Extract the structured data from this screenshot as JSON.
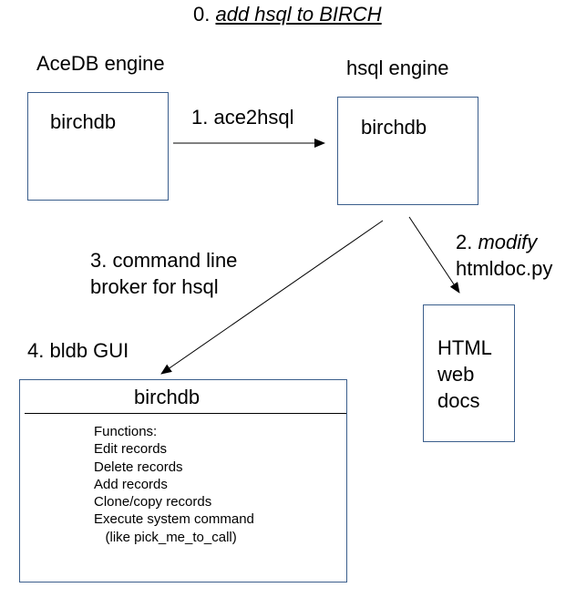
{
  "step0": {
    "number": "0.",
    "text": "add hsql to BIRCH"
  },
  "acedb": {
    "title": "AceDB engine",
    "box_label": "birchdb"
  },
  "hsql": {
    "title": "hsql engine",
    "box_label": "birchdb"
  },
  "step1": {
    "label": "1. ace2hsql"
  },
  "step2": {
    "number": "2.",
    "word": "modify",
    "line2": "htmldoc.py"
  },
  "step3": {
    "line1": "3. command line",
    "line2": "broker for hsql"
  },
  "step4": {
    "label": "4. bldb GUI"
  },
  "html_docs": {
    "line1": "HTML",
    "line2": "web",
    "line3": "docs"
  },
  "gui": {
    "title": "birchdb",
    "functions": [
      "Functions:",
      "Edit records",
      "Delete records",
      "Add records",
      "Clone/copy records",
      "Execute system command",
      "   (like pick_me_to_call)"
    ]
  },
  "colors": {
    "box_border": "#3b5e8c",
    "arrow": "#000000"
  }
}
